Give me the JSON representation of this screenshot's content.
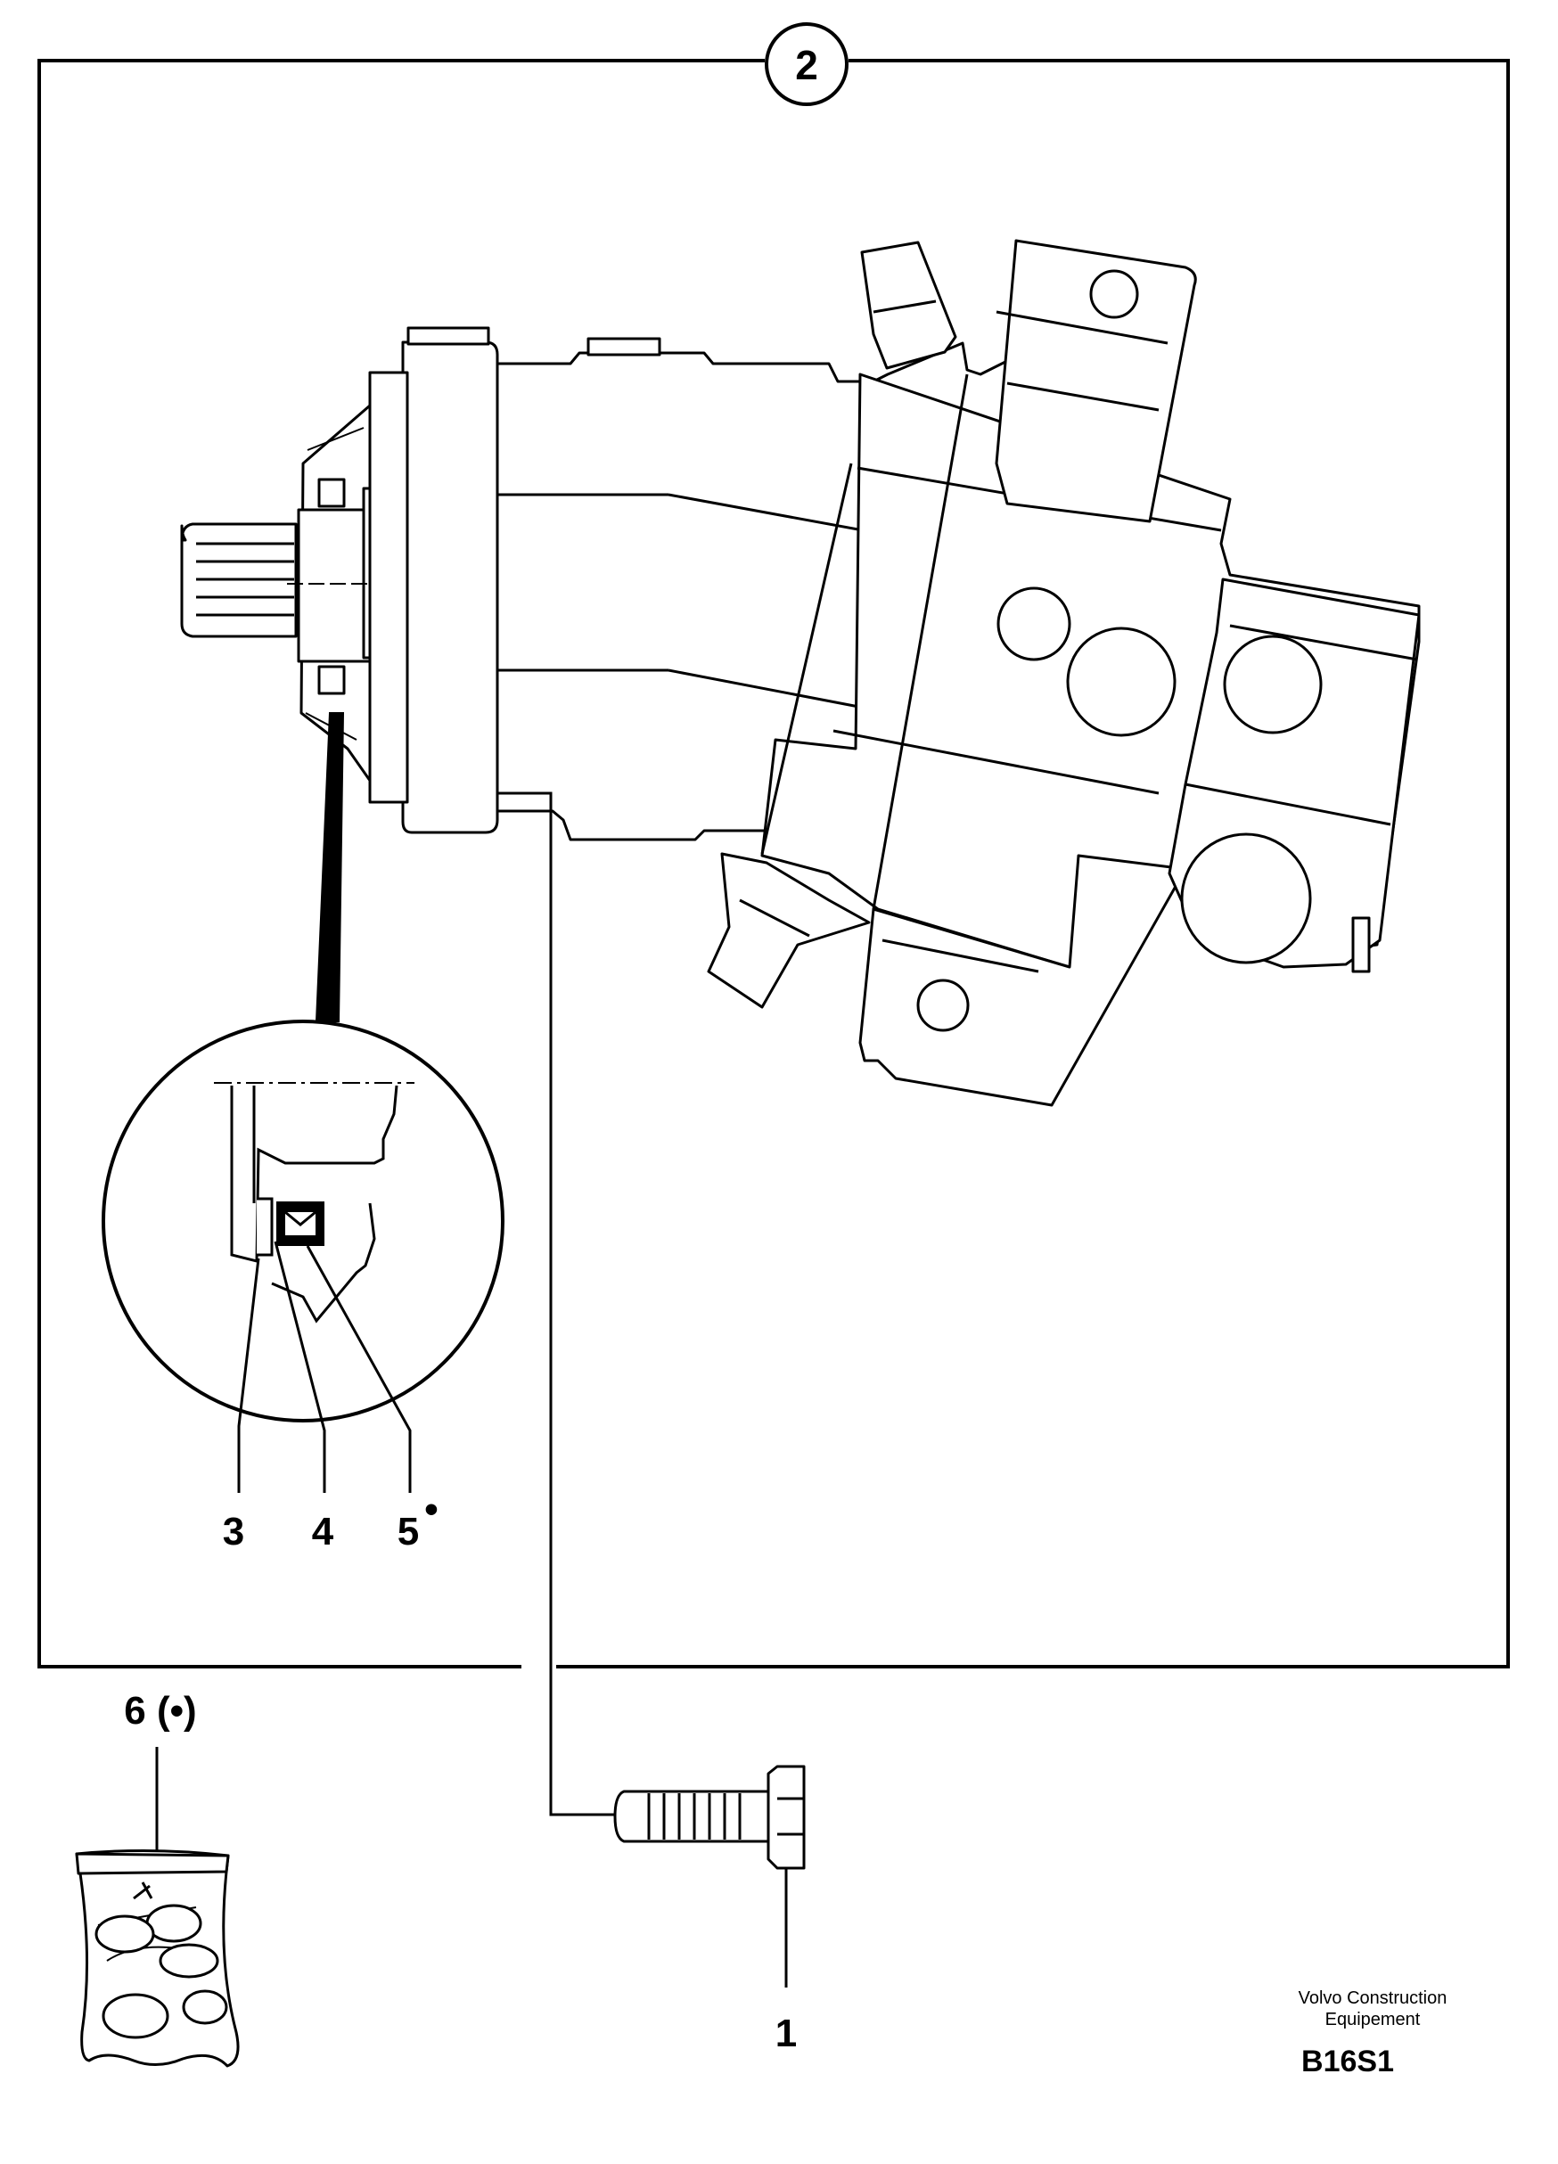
{
  "group_label": "2",
  "callouts": {
    "c1": "1",
    "c3": "3",
    "c4": "4",
    "c5": "5",
    "c5_marker": "•",
    "c6": "6 (•)"
  },
  "footer": {
    "line1": "Volvo Construction",
    "line2": "Equipement",
    "code": "B16S1"
  },
  "colors": {
    "stroke": "#000000",
    "background": "#ffffff"
  }
}
